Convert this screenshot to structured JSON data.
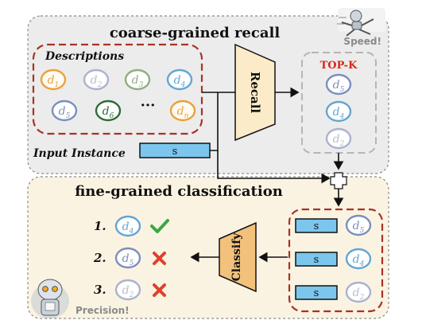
{
  "top_panel": {
    "title": "coarse-grained recall",
    "speed_label": "Speed!",
    "descriptions_label": "Descriptions",
    "input_label": "Input Instance",
    "input_value": "s",
    "recall_label": "Recall",
    "topk_label": "TOP-K",
    "ellipsis": "···",
    "descriptions": [
      {
        "sub": "1",
        "color": "#e8a23c",
        "fill": "#fffaf2",
        "faded": false
      },
      {
        "sub": "2",
        "color": "#aab2cf",
        "fill": "#ffffff",
        "faded": true
      },
      {
        "sub": "3",
        "color": "#8fae7f",
        "fill": "#ffffff",
        "faded": false
      },
      {
        "sub": "4",
        "color": "#63a6d4",
        "fill": "#ffffff",
        "faded": false
      },
      {
        "sub": "5",
        "color": "#7b8fbf",
        "fill": "#ffffff",
        "faded": false
      },
      {
        "sub": "6",
        "color": "#2f6b3a",
        "fill": "#ffffff",
        "faded": false
      },
      {
        "sub": "n",
        "color": "#e8a23c",
        "fill": "#fffaf2",
        "faded": false
      }
    ],
    "topk": [
      {
        "sub": "5",
        "color": "#7b8fbf",
        "faded": false
      },
      {
        "sub": "4",
        "color": "#63a6d4",
        "faded": false
      },
      {
        "sub": "2",
        "color": "#aab2cf",
        "faded": true
      }
    ]
  },
  "bottom_panel": {
    "title": "fine-grained classification",
    "precision_label": "Precision!",
    "classify_label": "Classify",
    "pairs": [
      {
        "s": "s",
        "sub": "5",
        "color": "#7b8fbf",
        "faded": false
      },
      {
        "s": "s",
        "sub": "4",
        "color": "#63a6d4",
        "faded": false
      },
      {
        "s": "s",
        "sub": "2",
        "color": "#aab2cf",
        "faded": true
      }
    ],
    "results": [
      {
        "rank": "1.",
        "sub": "4",
        "color": "#63a6d4",
        "faded": false,
        "verdict": "correct"
      },
      {
        "rank": "2.",
        "sub": "5",
        "color": "#7b8fbf",
        "faded": false,
        "verdict": "wrong"
      },
      {
        "rank": "3.",
        "sub": "2",
        "color": "#aab2cf",
        "faded": true,
        "verdict": "wrong"
      }
    ]
  },
  "colors": {
    "top_panel_bg": "#ececec",
    "bottom_panel_bg": "#fbf3e1",
    "red_dashed": "#a93226",
    "gray_dashed": "#b5b5b5",
    "recall_fill": "#fcebc8",
    "classify_fill": "#f2c27d",
    "s_box_fill": "#7cc6ee",
    "check": "#3aa745",
    "cross": "#e0402b",
    "topk_text": "#d6281b"
  }
}
